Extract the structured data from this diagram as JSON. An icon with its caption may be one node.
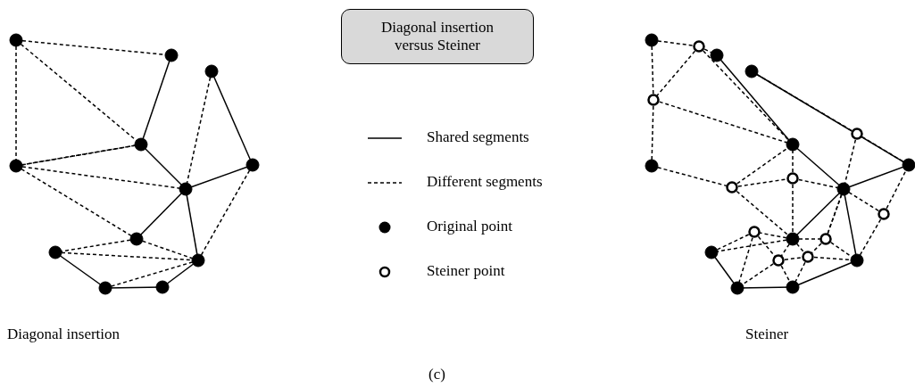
{
  "diagram": {
    "nodes": [
      {
        "text": [
          "Diagonal insertion versus Steiner"
        ]
      }
    ],
    "labels": [
      "Diagonal insertion",
      "Steiner",
      "(c)"
    ],
    "legend": [
      {
        "text": "Shared segments"
      },
      {
        "text": "Different segments"
      },
      {
        "text": "Original point"
      },
      {
        "text": "Steiner point"
      }
    ]
  }
}
